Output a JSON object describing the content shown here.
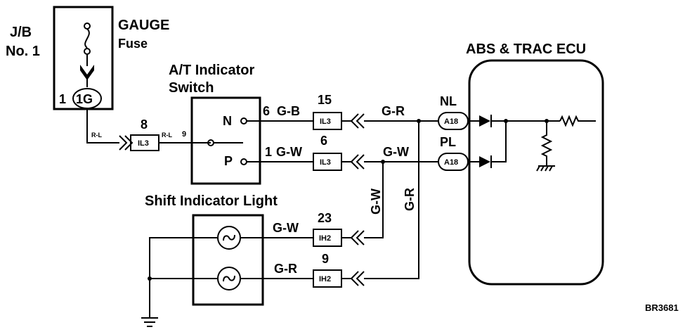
{
  "jb": {
    "line1": "J/B",
    "line2": "No. 1"
  },
  "fuse": {
    "line1": "GAUGE",
    "line2": "Fuse",
    "pin": "1",
    "connector": "1G"
  },
  "wire_rl": {
    "left": "R-L",
    "right": "R-L",
    "pin": "9"
  },
  "junction_il3_left": {
    "label": "IL3",
    "pin": "8"
  },
  "at_switch": {
    "line1": "A/T Indicator",
    "line2": "Switch",
    "pos_n": "N",
    "pos_p": "P"
  },
  "wire_n": {
    "pin": "6",
    "color": "G-B"
  },
  "wire_p": {
    "pin": "1",
    "color": "G-W"
  },
  "conn_il3_top": {
    "label": "IL3",
    "pin": "15"
  },
  "conn_il3_bottom": {
    "label": "IL3",
    "pin": "6"
  },
  "wire_gr_top": "G-R",
  "wire_gw_top": "G-W",
  "vert_gw": "G-W",
  "vert_gr": "G-R",
  "ecu": {
    "title": "ABS & TRAC ECU",
    "pin_nl": "NL",
    "pin_pl": "PL",
    "conn_nl": "A18",
    "conn_pl": "A18"
  },
  "shift_light": {
    "title": "Shift Indicator Light"
  },
  "wire_light_gw": "G-W",
  "wire_light_gr": "G-R",
  "conn_ih2_top": {
    "label": "IH2",
    "pin": "23"
  },
  "conn_ih2_bottom": {
    "label": "IH2",
    "pin": "9"
  },
  "ref_code": "BR3681"
}
